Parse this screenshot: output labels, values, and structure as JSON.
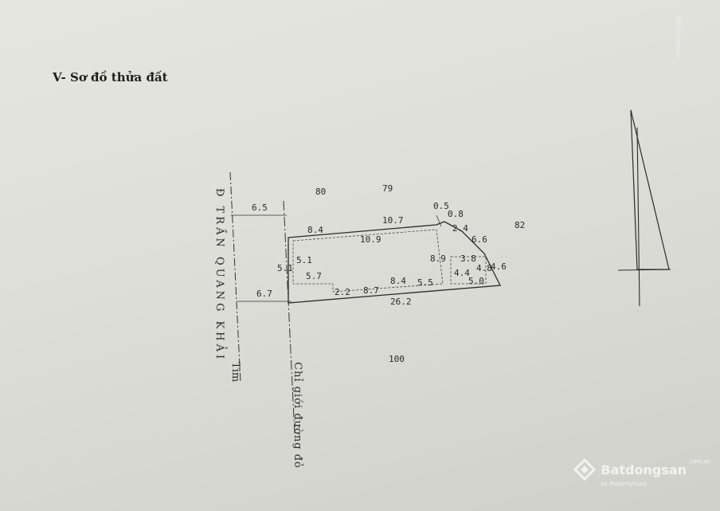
{
  "section_title": "V- Sơ đồ thửa đất",
  "neighbor_parcels": {
    "n80": "80",
    "n79": "79",
    "n82": "82",
    "n100": "100"
  },
  "street_label": "Đ TRẦN QUANG KHẢI",
  "centerline_label": "Tim",
  "boundary_label": "Chỉ giới đường đỏ",
  "dims": {
    "top_offset": "6.5",
    "bottom_offset": "6.7",
    "left_side": "5.1",
    "left_inner": "5.1",
    "top_left": "8.4",
    "top_right": "10.7",
    "top_inner": "10.9",
    "corner_a": "0.5",
    "corner_b": "0.8",
    "corner_c": "2.4",
    "slant": "6.6",
    "right_short": "4.6",
    "inner_right": "8.9",
    "inner_box_w": "5.7",
    "inner_box_h": "2.2",
    "bottom_inner_a": "8.7",
    "bottom_inner_b": "8.4",
    "bottom_inner_c": "5.5",
    "bottom_total": "26.2",
    "small_box_top": "3.8",
    "small_box_side": "4.4",
    "small_box_bottom": "5.0",
    "small_box_right": "4.8"
  },
  "watermark": {
    "brand": "Batdongsan",
    "sub": "by PropertyGuru",
    "domain": ".com.vn"
  }
}
